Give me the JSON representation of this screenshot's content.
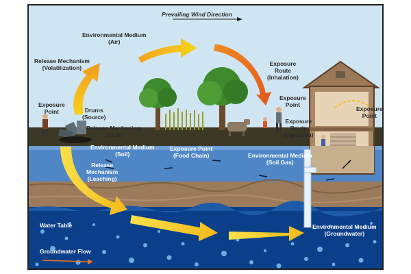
{
  "diagram": {
    "title": "Prevailing Wind Direction",
    "labels": {
      "env_air": [
        "Environmental Medium",
        "(Air)"
      ],
      "release_volatilization": [
        "Release Mechanism",
        "(Volatilization)"
      ],
      "exposure_point_left": [
        "Exposure",
        "Point"
      ],
      "drums": [
        "Drums",
        "(Source)"
      ],
      "release_spill": [
        "Release Mechanism",
        "(Spill)"
      ],
      "env_soil": [
        "Environmental Medium",
        "(Soil)"
      ],
      "exposure_food": [
        "Exposure Point",
        "(Food Chain)"
      ],
      "release_leaching": [
        "Release",
        "Mechanism",
        "(Leaching)"
      ],
      "env_soil_gas": [
        "Environmental Medium",
        "(Soil Gas)"
      ],
      "exposure_route_inhalation": [
        "Exposure",
        "Route",
        "(Inhalation)"
      ],
      "exposure_point_mid": [
        "Exposure",
        "Point"
      ],
      "exposure_route_ingestion": [
        "Exposure",
        "Route",
        "(Ingestion)"
      ],
      "exposure_point_house": [
        "Exposure",
        "Point"
      ],
      "water_table": "Water Table",
      "groundwater_flow": "Groundwater Flow",
      "env_groundwater": [
        "Environmental Medium",
        "(Groundwater)"
      ]
    }
  },
  "colors": {
    "sky": "#cfe6f2",
    "ground_surface": "#3d3a26",
    "soil_blue": "#4f86c6",
    "soil_brown": "#9b7b5b",
    "groundwater": "#0b3f8a",
    "arrow_yellow": "#f6c21a",
    "arrow_orange": "#e8731f",
    "house": "#9b7858"
  }
}
